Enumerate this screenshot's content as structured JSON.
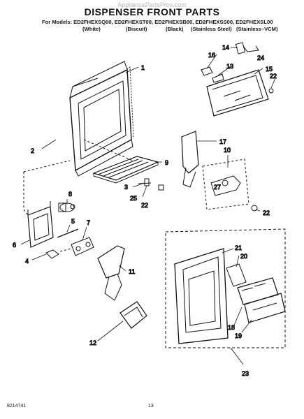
{
  "watermark": "AppliancePartsPros.com",
  "title": "DISPENSER FRONT PARTS",
  "models_line": "For Models: ED2FHEXSQ00, ED2FHEXST00, ED2FHEXSB00, ED2FHEXSS00, ED2FHEXSL00",
  "variants": [
    "(White)",
    "(Biscuit)",
    "(Black)",
    "(Stainless Steel)",
    "(Stainless–VCM)"
  ],
  "callouts": [
    "1",
    "2",
    "3",
    "4",
    "5",
    "6",
    "7",
    "8",
    "9",
    "10",
    "11",
    "12",
    "13",
    "14",
    "15",
    "16",
    "17",
    "18",
    "19",
    "20",
    "21",
    "22",
    "22",
    "22",
    "23",
    "24",
    "25",
    "27"
  ],
  "footer": {
    "doc_number": "8214741",
    "page_number": "13"
  }
}
